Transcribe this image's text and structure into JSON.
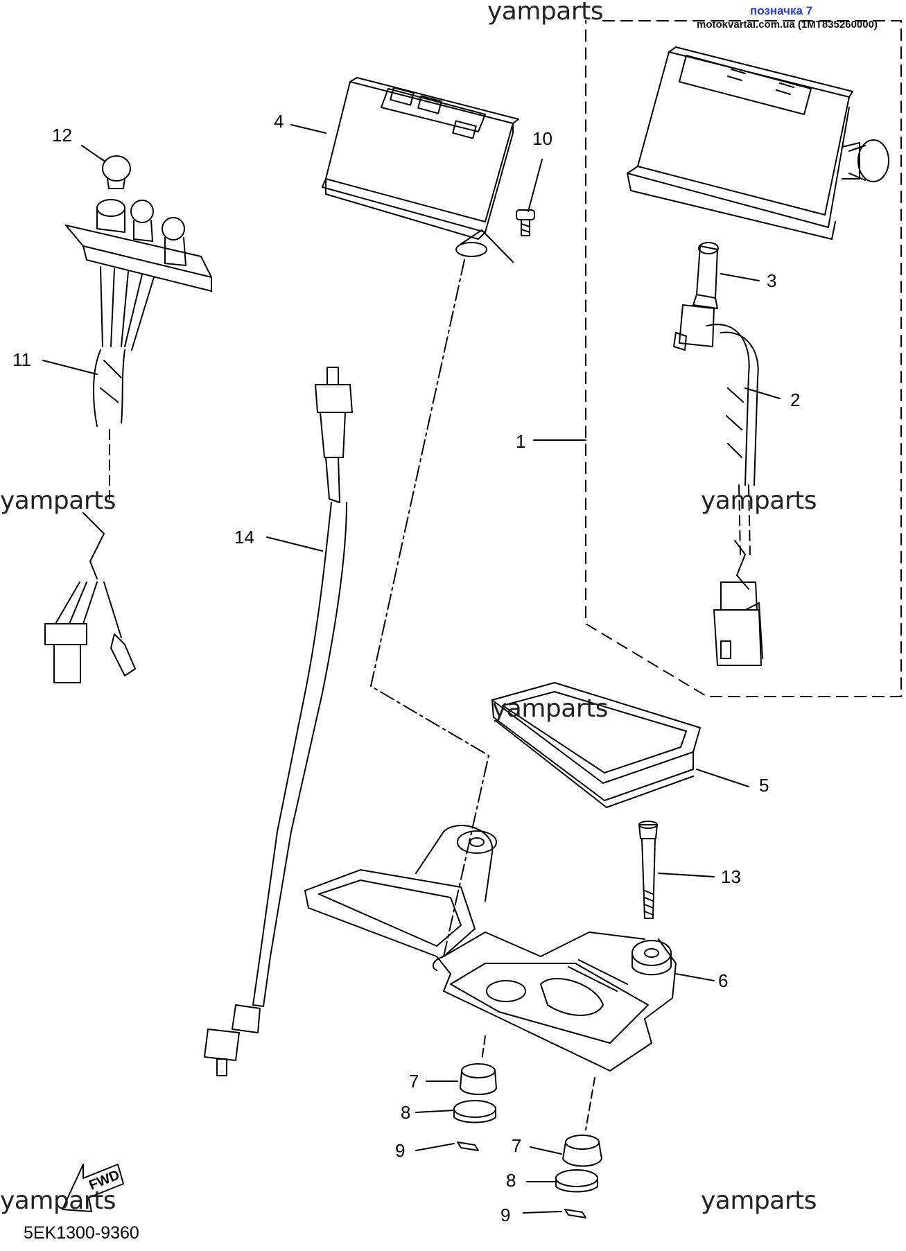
{
  "watermarks": [
    "yamparts",
    "yamparts",
    "yamparts",
    "yamparts",
    "yamparts",
    "yamparts"
  ],
  "header": {
    "label": "позначка 7",
    "site": "motokvartal.com.ua (1MT835260000)"
  },
  "callouts": [
    "1",
    "2",
    "3",
    "4",
    "5",
    "6",
    "7",
    "7",
    "8",
    "8",
    "9",
    "9",
    "10",
    "11",
    "12",
    "13",
    "14"
  ],
  "fwd_label": "FWD",
  "diagram_code": "5EK1300-9360",
  "colors": {
    "line": "#000000",
    "header_link": "#2a3bd6"
  }
}
